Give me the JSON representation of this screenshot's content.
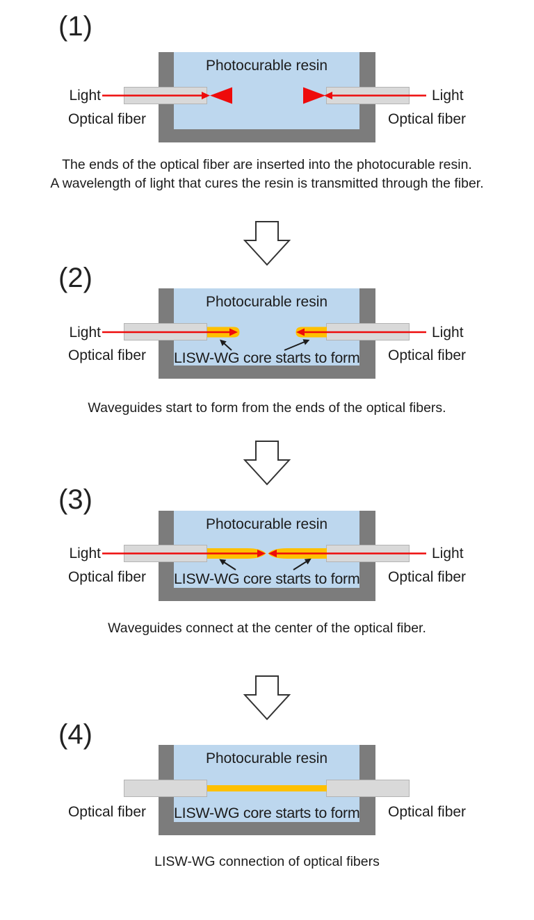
{
  "colors": {
    "resin_blue": "#bdd7ee",
    "container_gray": "#7c7c7c",
    "fiber_gray": "#d9d9d9",
    "light_red": "#ee0b0b",
    "core_orange": "#ffc000"
  },
  "panels": [
    {
      "number": "(1)",
      "resin_label": "Photocurable resin",
      "light_left": "Light",
      "light_right": "Light",
      "fiber_left_label": "Optical fiber",
      "fiber_right_label": "Optical fiber",
      "caption_line1": "The ends of the optical fiber are inserted into the photocurable resin.",
      "caption_line2": "A wavelength of light that cures the resin is transmitted through the fiber."
    },
    {
      "number": "(2)",
      "resin_label": "Photocurable resin",
      "light_left": "Light",
      "light_right": "Light",
      "fiber_left_label": "Optical fiber",
      "fiber_right_label": "Optical fiber",
      "core_label": "LISW-WG core starts to form",
      "caption": "Waveguides start to form from the ends of the optical fibers."
    },
    {
      "number": "(3)",
      "resin_label": "Photocurable resin",
      "light_left": "Light",
      "light_right": "Light",
      "fiber_left_label": "Optical fiber",
      "fiber_right_label": "Optical fiber",
      "core_label": "LISW-WG core starts to form",
      "caption": "Waveguides connect at the center of the optical fiber."
    },
    {
      "number": "(4)",
      "resin_label": "Photocurable resin",
      "fiber_left_label": "Optical fiber",
      "fiber_right_label": "Optical fiber",
      "core_label": "LISW-WG core starts to form",
      "caption": "LISW-WG connection of optical fibers"
    }
  ]
}
